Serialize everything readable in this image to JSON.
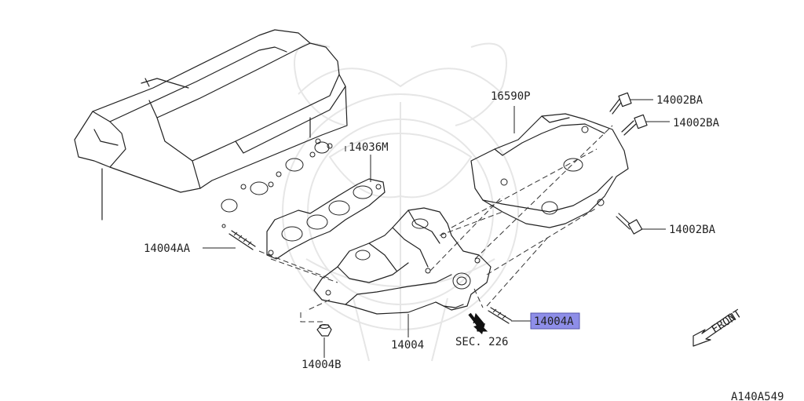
{
  "parts": {
    "cover": "16590P",
    "bolt_top": "14002BA",
    "bolt_mid": "14002BA",
    "bolt_low": "14002BA",
    "gasket": "14036M",
    "stud_left": "14004AA",
    "manifold": "14004",
    "nut": "14004B",
    "stud_right": "14004A"
  },
  "section_ref": "SEC. 226",
  "front_label": "FRONT",
  "figure_code": "A140A549",
  "colors": {
    "highlight": "#8e8ee8",
    "line": "#222222",
    "watermark": "#e6e6e6"
  }
}
